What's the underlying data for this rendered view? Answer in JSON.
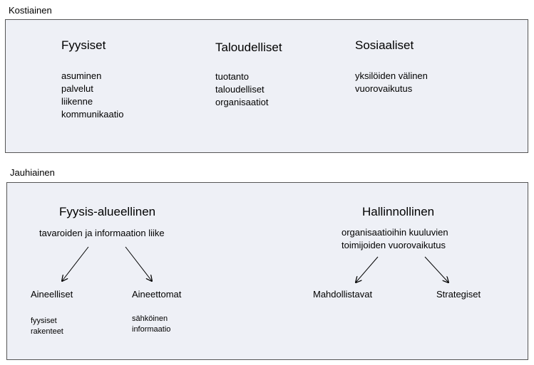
{
  "sections": {
    "kostiainen": {
      "title": "Kostiainen",
      "columns": [
        {
          "heading": "Fyysiset",
          "items": [
            "asuminen",
            "palvelut",
            "liikenne",
            "kommunikaatio"
          ]
        },
        {
          "heading": "Taloudelliset",
          "items": [
            "tuotanto",
            "taloudelliset",
            "organisaatiot"
          ]
        },
        {
          "heading": "Sosiaaliset",
          "items": [
            "yksilöiden välinen",
            "vuorovaikutus"
          ]
        }
      ]
    },
    "jauhiainen": {
      "title": "Jauhiainen",
      "left": {
        "heading": "Fyysis-alueellinen",
        "subheading": "tavaroiden ja informaation liike",
        "branches": [
          {
            "label": "Aineelliset",
            "items": [
              "fyysiset",
              "rakenteet"
            ]
          },
          {
            "label": "Aineettomat",
            "items": [
              "sähköinen",
              "informaatio"
            ]
          }
        ]
      },
      "right": {
        "heading": "Hallinnollinen",
        "subheading": [
          "organisaatioihin kuuluvien",
          "toimijoiden vuorovaikutus"
        ],
        "branches": [
          {
            "label": "Mahdollistavat"
          },
          {
            "label": "Strategiset"
          }
        ]
      }
    }
  }
}
